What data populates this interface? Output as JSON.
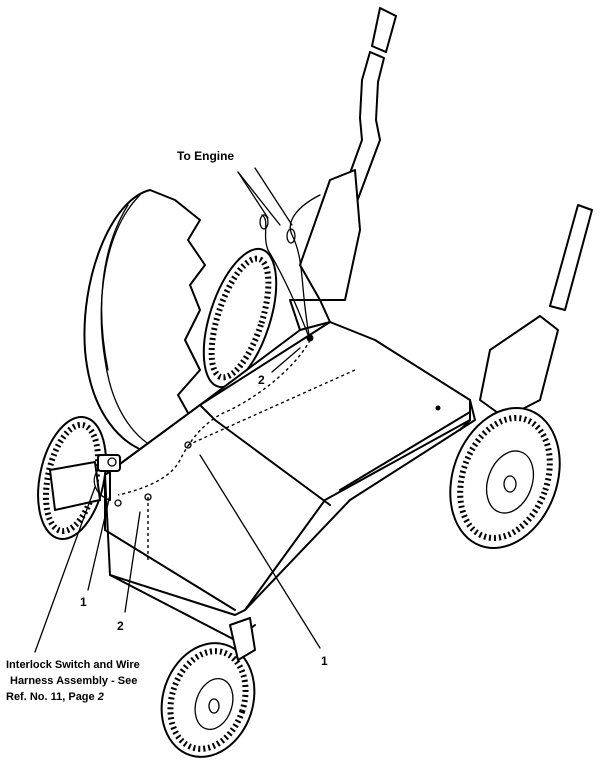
{
  "labels": {
    "to_engine": "To Engine",
    "callout_1_left": "1",
    "callout_1_right": "1",
    "callout_2_left": "2",
    "callout_2_top": "2",
    "note_line1": "Interlock Switch and Wire",
    "note_line2": "Harness Assembly - See",
    "note_line3": "Ref. No. 11, Page",
    "note_page": "2"
  }
}
